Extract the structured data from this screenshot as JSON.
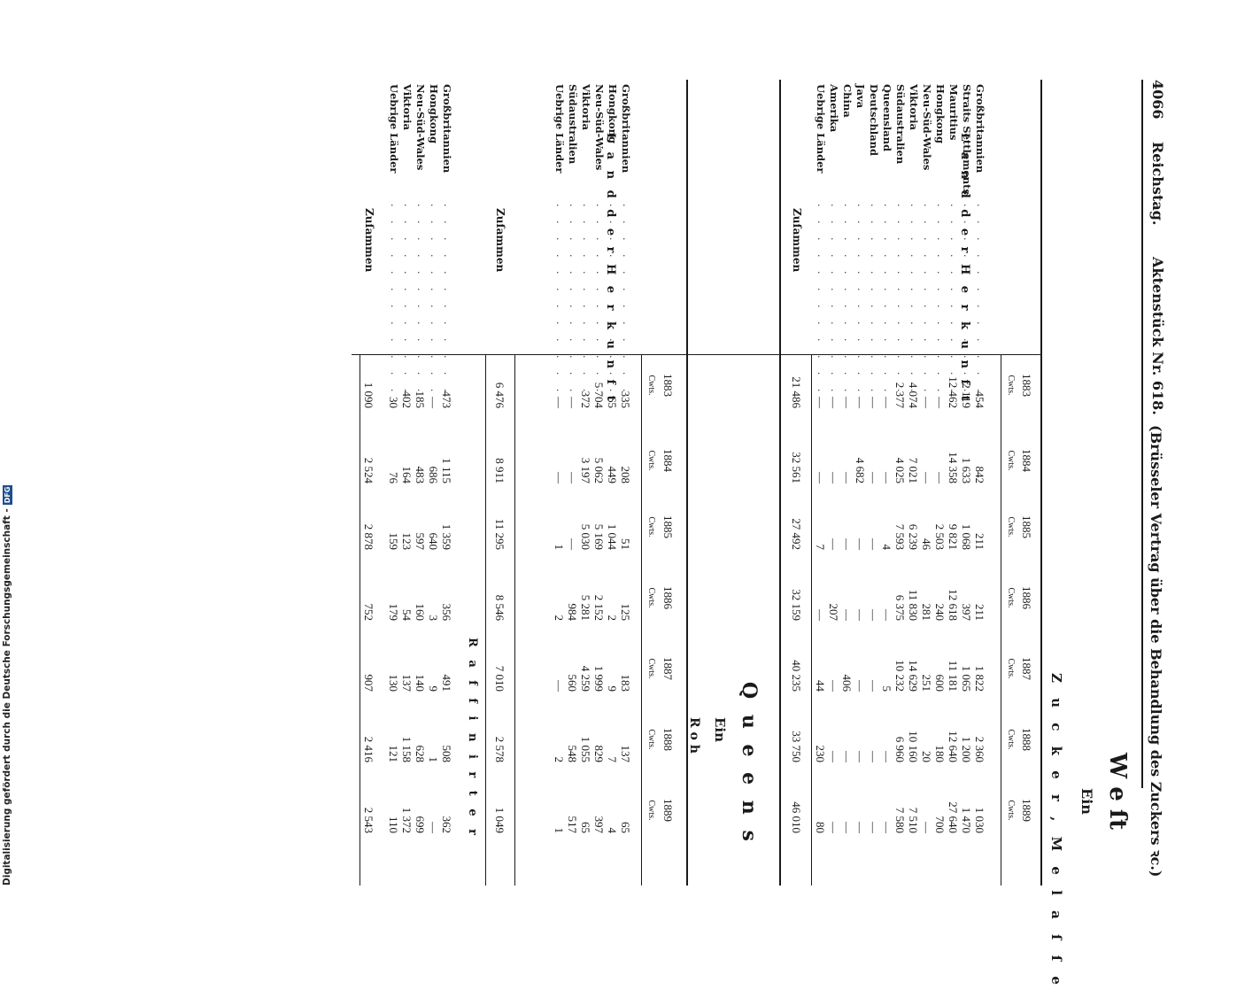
{
  "header": {
    "page_number": "4066",
    "journal": "Reichstag.",
    "document": "Aktenstück Nr. 618.",
    "subject": "(Brüsseler Vertrag über die Behandlung des Zuckers ꝛc.)"
  },
  "headings": {
    "west": "W e ſt",
    "ein_top": "Ein",
    "zucker_melasse": "Z u c k e r ,  M e l a ſ ſ e",
    "queens": "Q u e e n s",
    "ein_mid": "Ein",
    "roh": "R o h",
    "raffinirter": "R a f f i n i r t e r"
  },
  "column_header": {
    "land_label": "L a n d   d e r   H e r k u n f t",
    "years": [
      "1883",
      "1884",
      "1885",
      "1886",
      "1887",
      "1888",
      "1889"
    ],
    "unit": "Cwts."
  },
  "table1": {
    "rows": [
      {
        "land": "Großbritannien",
        "values": [
          "454",
          "842",
          "211",
          "211",
          "1 822",
          "2 360",
          "1 030"
        ]
      },
      {
        "land": "Straits Settlements",
        "values": [
          "2 119",
          "1 633",
          "1 068",
          "397",
          "1 065",
          "1 200",
          "1 470"
        ]
      },
      {
        "land": "Mauritius",
        "values": [
          "12 462",
          "14 358",
          "9 821",
          "12 618",
          "11 181",
          "12 640",
          "27 640"
        ]
      },
      {
        "land": "Hongkong",
        "values": [
          "—",
          "—",
          "2 503",
          "240",
          "600",
          "180",
          "700"
        ]
      },
      {
        "land": "Neu-Süd-Wales",
        "values": [
          "—",
          "—",
          "46",
          "281",
          "251",
          "20",
          "—"
        ]
      },
      {
        "land": "Viktoria",
        "values": [
          "4 074",
          "7 021",
          "6 239",
          "11 830",
          "14 629",
          "10 160",
          "7 510"
        ]
      },
      {
        "land": "Südaustralien",
        "values": [
          "2 377",
          "4 025",
          "7 593",
          "6 375",
          "10 232",
          "6 960",
          "7 580"
        ]
      },
      {
        "land": "Queensland",
        "values": [
          "—",
          "—",
          "4",
          "—",
          "5",
          "—",
          "—"
        ]
      },
      {
        "land": "Deutschland",
        "values": [
          "—",
          "—",
          "—",
          "—",
          "—",
          "—",
          "—"
        ]
      },
      {
        "land": "Java",
        "values": [
          "—",
          "4 682",
          "—",
          "—",
          "—",
          "—",
          "—"
        ]
      },
      {
        "land": "China",
        "values": [
          "—",
          "—",
          "—",
          "—",
          "406",
          "—",
          "—"
        ]
      },
      {
        "land": "Amerika",
        "values": [
          "—",
          "—",
          "—",
          "207",
          "—",
          "—",
          "—"
        ]
      },
      {
        "land": "Uebrige Länder",
        "values": [
          "—",
          "—",
          "7",
          "—",
          "44",
          "230",
          "80"
        ]
      }
    ],
    "total_label": "Zuſammen",
    "totals": [
      "21 486",
      "32 561",
      "27 492",
      "32 159",
      "40 235",
      "33 750",
      "46 010"
    ]
  },
  "table2": {
    "rows": [
      {
        "land": "Großbritannien",
        "values": [
          "335",
          "208",
          "51",
          "125",
          "183",
          "137",
          "65"
        ]
      },
      {
        "land": "Hongkong",
        "values": [
          "65",
          "449",
          "1 044",
          "2",
          "9",
          "7",
          "4"
        ]
      },
      {
        "land": "Neu-Süd-Wales",
        "values": [
          "5 704",
          "5 062",
          "5 169",
          "2 152",
          "1 999",
          "829",
          "397"
        ]
      },
      {
        "land": "Viktoria",
        "values": [
          "372",
          "3 197",
          "5 030",
          "5 281",
          "4 259",
          "1 055",
          "65"
        ]
      },
      {
        "land": "Südaustralien",
        "values": [
          "—",
          "—",
          "—",
          "984",
          "560",
          "548",
          "517"
        ]
      },
      {
        "land": "Uebrige Länder",
        "values": [
          "—",
          "—",
          "1",
          "2",
          "—",
          "2",
          "1"
        ]
      }
    ],
    "total_label": "Zuſammen",
    "totals": [
      "6 476",
      "8 911",
      "11 295",
      "8 546",
      "7 010",
      "2 578",
      "1 049"
    ]
  },
  "table3": {
    "rows": [
      {
        "land": "Großbritannien",
        "values": [
          "473",
          "1 115",
          "1 359",
          "356",
          "491",
          "508",
          "362"
        ]
      },
      {
        "land": "Hongkong",
        "values": [
          "—",
          "686",
          "640",
          "3",
          "9",
          "1",
          "—"
        ]
      },
      {
        "land": "Neu-Süd-Wales",
        "values": [
          "185",
          "483",
          "597",
          "160",
          "140",
          "628",
          "699"
        ]
      },
      {
        "land": "Viktoria",
        "values": [
          "402",
          "164",
          "123",
          "54",
          "137",
          "1 158",
          "1 372"
        ]
      },
      {
        "land": "Uebrige Länder",
        "values": [
          "30",
          "76",
          "159",
          "179",
          "130",
          "121",
          "110"
        ]
      }
    ],
    "total_label": "Zuſammen",
    "totals": [
      "1 090",
      "2 524",
      "2 878",
      "752",
      "907",
      "2 416",
      "2 543"
    ]
  },
  "footer": {
    "text": "Digitalisierung gefördert durch die Deutsche Forschungsgemeinschaft -",
    "logo": "DFG"
  }
}
